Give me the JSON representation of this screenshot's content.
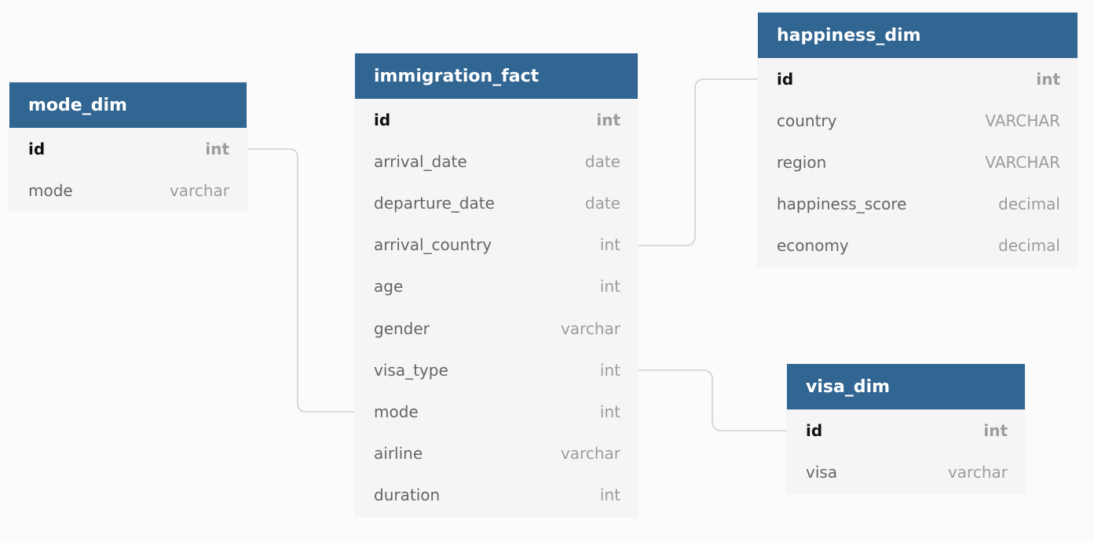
{
  "tables": {
    "mode_dim": {
      "name": "mode_dim",
      "fields": [
        {
          "name": "id",
          "type": "int"
        },
        {
          "name": "mode",
          "type": "varchar"
        }
      ]
    },
    "immigration_fact": {
      "name": "immigration_fact",
      "fields": [
        {
          "name": "id",
          "type": "int"
        },
        {
          "name": "arrival_date",
          "type": "date"
        },
        {
          "name": "departure_date",
          "type": "date"
        },
        {
          "name": "arrival_country",
          "type": "int"
        },
        {
          "name": "age",
          "type": "int"
        },
        {
          "name": "gender",
          "type": "varchar"
        },
        {
          "name": "visa_type",
          "type": "int"
        },
        {
          "name": "mode",
          "type": "int"
        },
        {
          "name": "airline",
          "type": "varchar"
        },
        {
          "name": "duration",
          "type": "int"
        }
      ]
    },
    "happiness_dim": {
      "name": "happiness_dim",
      "fields": [
        {
          "name": "id",
          "type": "int"
        },
        {
          "name": "country",
          "type": "VARCHAR"
        },
        {
          "name": "region",
          "type": "VARCHAR"
        },
        {
          "name": "happiness_score",
          "type": "decimal"
        },
        {
          "name": "economy",
          "type": "decimal"
        }
      ]
    },
    "visa_dim": {
      "name": "visa_dim",
      "fields": [
        {
          "name": "id",
          "type": "int"
        },
        {
          "name": "visa",
          "type": "varchar"
        }
      ]
    }
  },
  "relationships": [
    {
      "from": "immigration_fact.mode",
      "to": "mode_dim.id"
    },
    {
      "from": "immigration_fact.arrival_country",
      "to": "happiness_dim.id"
    },
    {
      "from": "immigration_fact.visa_type",
      "to": "visa_dim.id"
    }
  ],
  "colors": {
    "header_bg": "#326692",
    "header_text": "#ffffff",
    "body_bg": "#f5f5f5",
    "connector": "#cfcfcf"
  }
}
